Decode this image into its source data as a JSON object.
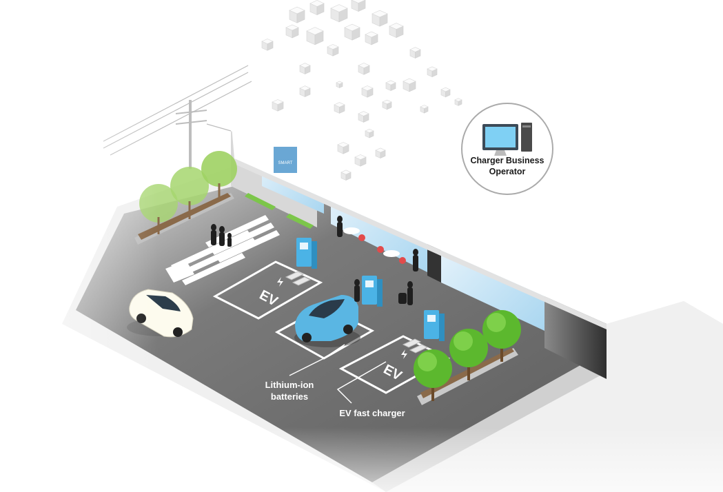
{
  "labels": {
    "operator_line1": "Charger Business",
    "operator_line2": "Operator",
    "batteries_line1": "Lithium-ion",
    "batteries_line2": "batteries",
    "fast_charger": "EV fast charger",
    "ev_marking": "EV",
    "store_sign": "SMART"
  },
  "icons": [
    "computer-monitor-icon",
    "computer-tower-icon",
    "lightning-bolt-icon",
    "data-cube-icon"
  ],
  "colors": {
    "charger_blue": "#4bb3e6",
    "car_blue": "#5ab6e3",
    "asphalt": "#6f6f6f",
    "tree_green": "#5cb82e",
    "glass": "#cfe8f7"
  }
}
